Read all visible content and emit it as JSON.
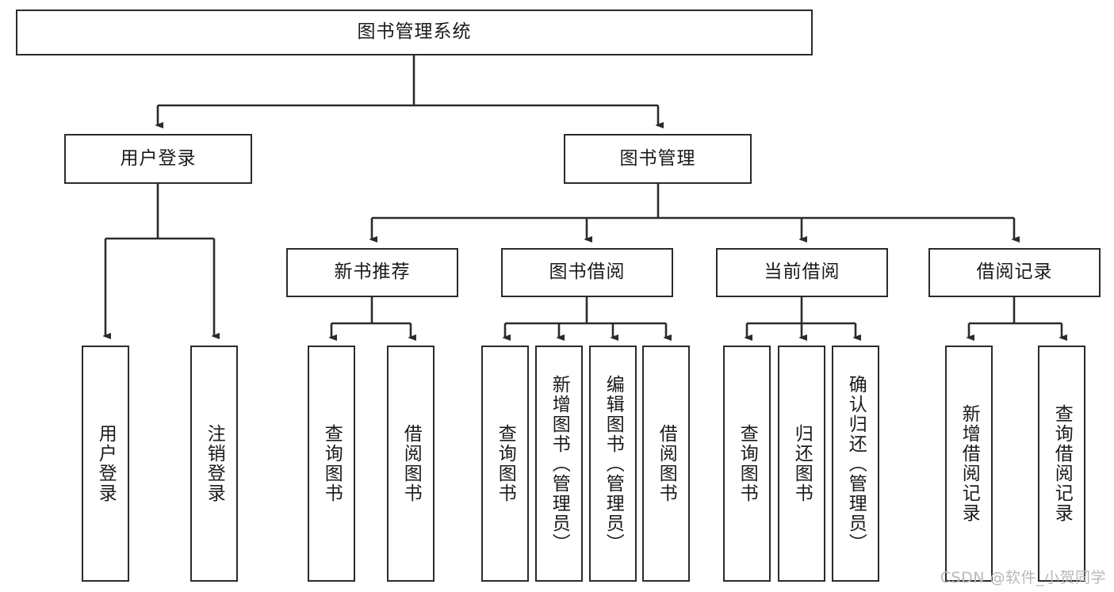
{
  "diagram": {
    "title": "图书管理系统",
    "orientation": "top-down-tree",
    "root": {
      "label": "图书管理系统"
    },
    "level2": [
      {
        "label": "用户登录"
      },
      {
        "label": "图书管理"
      }
    ],
    "level3": [
      {
        "label": "新书推荐"
      },
      {
        "label": "图书借阅"
      },
      {
        "label": "当前借阅"
      },
      {
        "label": "借阅记录"
      }
    ],
    "leaves": {
      "user_login": [
        {
          "label": "用户登录"
        },
        {
          "label": "注销登录"
        }
      ],
      "new_book_recommend": [
        {
          "label": "查询图书"
        },
        {
          "label": "借阅图书"
        }
      ],
      "book_borrow": [
        {
          "label": "查询图书"
        },
        {
          "label": "新增图书（管理员）"
        },
        {
          "label": "编辑图书（管理员）"
        },
        {
          "label": "借阅图书"
        }
      ],
      "current_borrow": [
        {
          "label": "查询图书"
        },
        {
          "label": "归还图书"
        },
        {
          "label": "确认归还（管理员）"
        }
      ],
      "borrow_record": [
        {
          "label": "新增借阅记录"
        },
        {
          "label": "查询借阅记录"
        }
      ]
    }
  },
  "watermark": {
    "text": "CSDN @软件_小贺同学"
  },
  "colors": {
    "stroke": "#2b2b2b",
    "background": "#ffffff",
    "text": "#1a1a1a",
    "watermark": "#b8b8b8"
  }
}
